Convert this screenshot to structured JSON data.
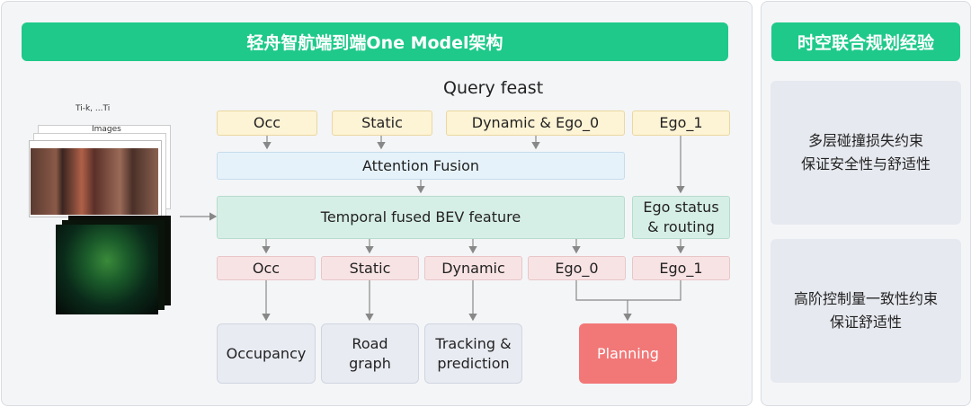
{
  "left_banner": "轻舟智航端到端One Model架构",
  "right_banner": "时空联合规划经验",
  "query_title": "Query feast",
  "input": {
    "time_label": "Ti-k, ...Ti",
    "images_label": "Images"
  },
  "queries": [
    "Occ",
    "Static",
    "Dynamic & Ego_0",
    "Ego_1"
  ],
  "attention": "Attention Fusion",
  "bev": "Temporal fused BEV feature",
  "ego_status": "Ego status & routing",
  "outputs": [
    "Occ",
    "Static",
    "Dynamic",
    "Ego_0",
    "Ego_1"
  ],
  "tasks": [
    "Occupancy",
    "Road graph",
    "Tracking & prediction"
  ],
  "planning": "Planning",
  "right_cards": [
    {
      "line1": "多层碰撞损失约束",
      "line2": "保证安全性与舒适性"
    },
    {
      "line1": "高阶控制量一致性约束",
      "line2": "保证舒适性"
    }
  ],
  "colors": {
    "banner": "#1ec98a",
    "query": "#fdf3d5",
    "attention": "#e6f2fa",
    "bev": "#d6efe6",
    "output": "#f8e3e4",
    "task": "#e8ebf2",
    "planning": "#f27777"
  }
}
